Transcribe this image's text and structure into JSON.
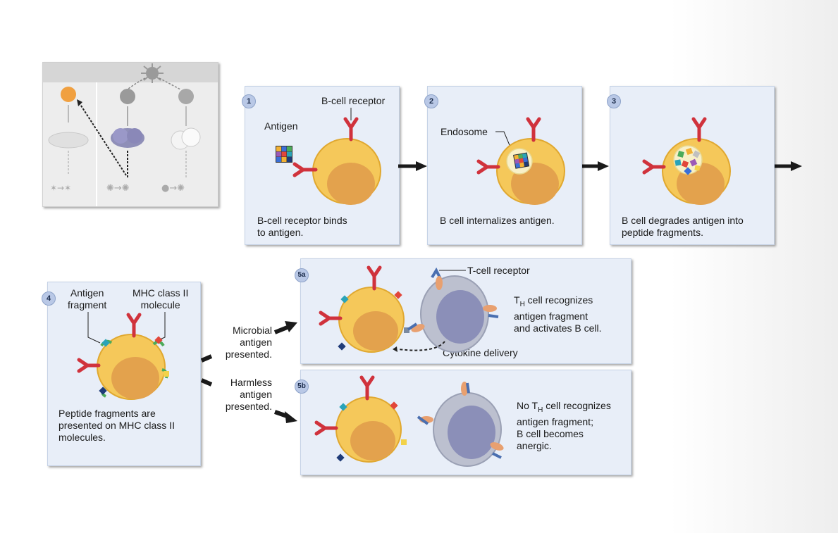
{
  "steps": {
    "s1": {
      "badge": "1",
      "label_receptor": "B-cell receptor",
      "label_antigen": "Antigen",
      "caption_line1": "B-cell receptor binds",
      "caption_line2": "to antigen."
    },
    "s2": {
      "badge": "2",
      "label_endosome": "Endosome",
      "caption_line1": "B cell internalizes antigen."
    },
    "s3": {
      "badge": "3",
      "caption_line1": "B cell degrades antigen into",
      "caption_line2": "peptide fragments."
    },
    "s4": {
      "badge": "4",
      "label_fragment_line1": "Antigen",
      "label_fragment_line2": "fragment",
      "label_mhc_line1": "MHC class II",
      "label_mhc_line2": "molecule",
      "caption_line1": "Peptide fragments are",
      "caption_line2": "presented on MHC class II",
      "caption_line3": "molecules."
    },
    "s5a": {
      "badge": "5a",
      "label_tcr": "T-cell receptor",
      "text_line1_prefix": "T",
      "text_line1_sub": "H",
      "text_line1_rest": " cell recognizes",
      "text_line2": "antigen fragment",
      "text_line3": "and activates B cell.",
      "label_cytokine": "Cytokine delivery"
    },
    "s5b": {
      "badge": "5b",
      "text_line1_prefix": "No T",
      "text_line1_sub": "H",
      "text_line1_rest": " cell recognizes",
      "text_line2": "antigen fragment;",
      "text_line3": "B cell becomes",
      "text_line4": "anergic."
    }
  },
  "branches": {
    "microbial_line1": "Microbial",
    "microbial_line2": "antigen",
    "microbial_line3": "presented.",
    "harmless_line1": "Harmless",
    "harmless_line2": "antigen",
    "harmless_line3": "presented."
  },
  "colors": {
    "panel_bg": "#e8eef8",
    "b_cell": "#f5c85a",
    "nucleus": "#e3a24d",
    "receptor": "#d0323c",
    "t_cell": "#b8bccc",
    "arrow": "#1a1a1a"
  }
}
